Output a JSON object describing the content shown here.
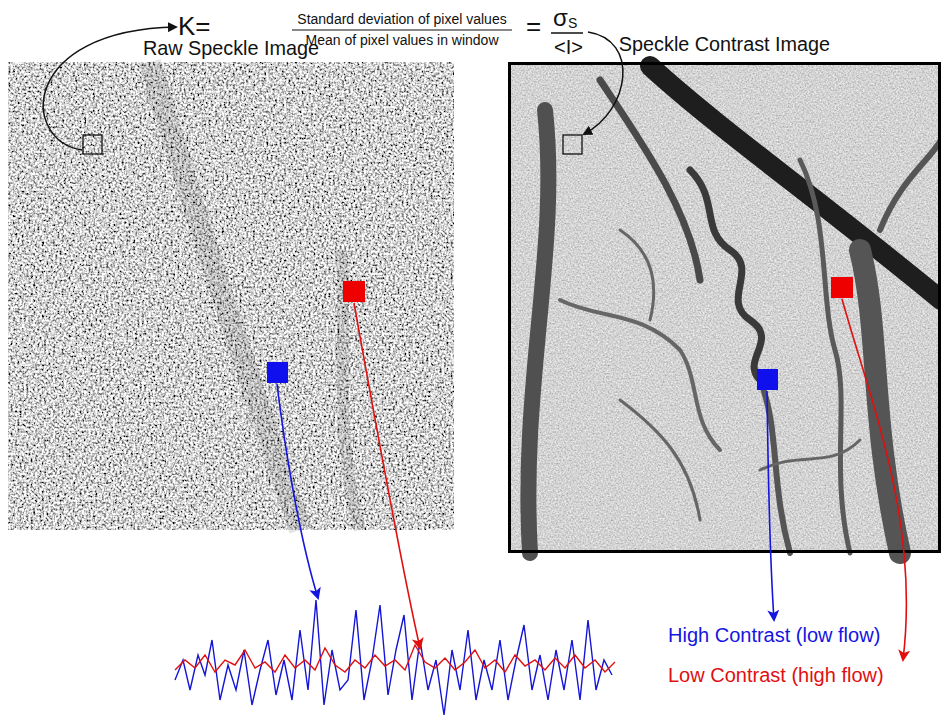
{
  "diagram": {
    "nodes": [
      {
        "text": [
          "Raw Speckle Image"
        ]
      },
      {
        "text": [
          "Speckle Contrast Image"
        ]
      }
    ],
    "labels": [
      "K=",
      "Standard deviation of pixel values",
      "Mean of pixel values in window",
      "=",
      "σ",
      "S",
      "<I>",
      "High Contrast (low flow)",
      "Low Contrast (high flow)"
    ]
  }
}
